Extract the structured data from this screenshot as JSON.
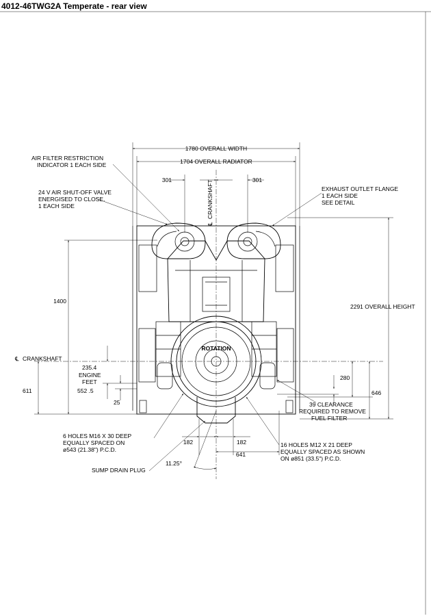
{
  "title": "4012-46TWG2A Temperate - rear view",
  "dimensions": {
    "overall_width": "1780 OVERALL WIDTH",
    "overall_radiator": "1704 OVERALL RADIATOR",
    "offset_left": "301",
    "offset_right": "301",
    "height_1400": "1400",
    "overall_height": "2291  OVERALL HEIGHT",
    "v_235": "235.4",
    "engine_feet_1": "ENGINE",
    "engine_feet_2": "FEET",
    "v_611": "611",
    "v_552": "552 .5",
    "v_25": "25",
    "v_280": "280",
    "v_646": "646",
    "h_182_left": "182",
    "h_182_right": "182",
    "h_641": "641",
    "angle": "11.25°"
  },
  "labels": {
    "crankshaft_vertical": "CRANKSHAFT",
    "crankshaft_symbol": "℄",
    "crankshaft_horizontal": "CRANKSHAFT",
    "rotation": "ROTATION",
    "air_filter_1": "AIR FILTER RESTRICTION",
    "air_filter_2": "INDICATOR 1 EACH SIDE",
    "shutoff_1": "24 V AIR SHUT-OFF VALVE",
    "shutoff_2": "ENERGISED TO CLOSE.",
    "shutoff_3": "1 EACH SIDE",
    "exhaust_1": "EXHAUST OUTLET FLANGE",
    "exhaust_2": "1 EACH SIDE",
    "exhaust_3": "SEE DETAIL",
    "clearance_1": "39 CLEARANCE",
    "clearance_2": "REQUIRED TO REMOVE",
    "clearance_3": "FUEL FILTER",
    "holes6_1": "6 HOLES M16 X 30 DEEP",
    "holes6_2": "EQUALLY SPACED ON",
    "holes6_3": "ø543 (21.38\") P.C.D.",
    "holes16_1": "16 HOLES M12 X 21 DEEP",
    "holes16_2": "EQUALLY SPACED AS SHOWN",
    "holes16_3": "ON ø851 (33.5\") P.C.D.",
    "sump": "SUMP DRAIN PLUG"
  }
}
